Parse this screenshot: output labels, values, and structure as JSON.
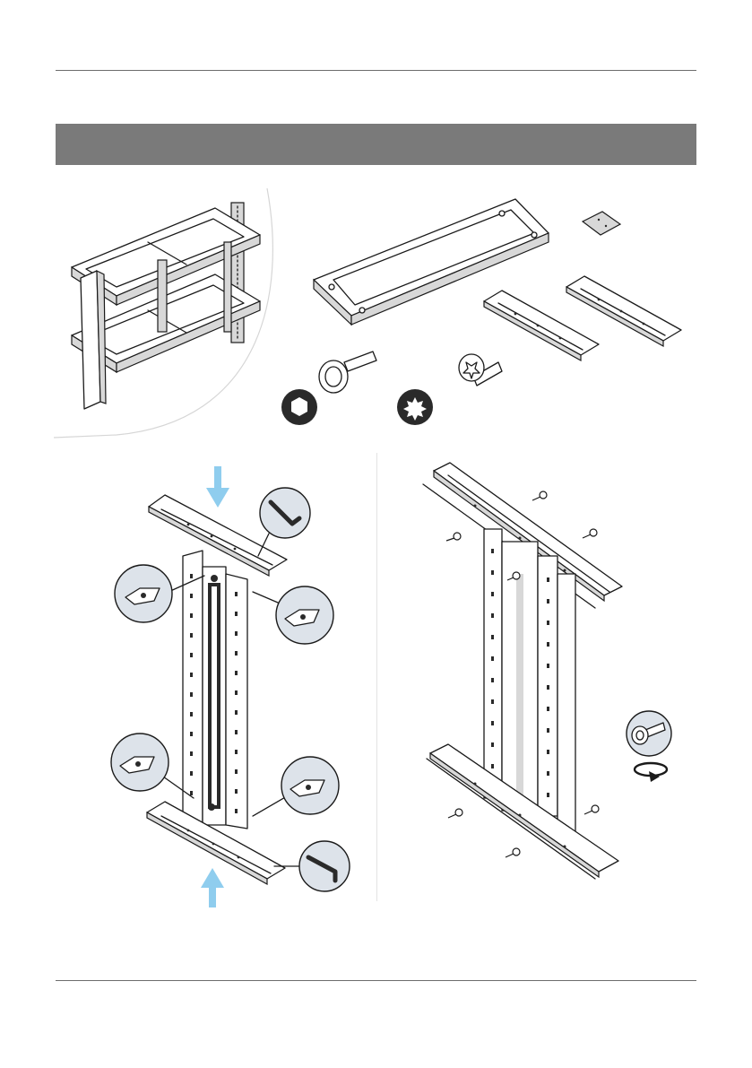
{
  "page": {
    "banner_title": "",
    "colors": {
      "rule": "#6d6d6d",
      "banner": "#7a7a7a",
      "callout_fill": "#dde3ea",
      "arrow": "#8fcdee"
    }
  },
  "figures": {
    "overview": {
      "icons": [
        "cabinet-frame-illustration",
        "frame-part",
        "cover-plate",
        "mounting-rail",
        "mounting-rail",
        "hex-bolt",
        "torx-screw"
      ]
    },
    "hardware": {
      "icons": [
        "hexagon-drive-icon",
        "torx-drive-icon"
      ]
    },
    "step_left": {
      "icons": [
        "down-arrow-icon",
        "up-arrow-icon",
        "hex-key-icon",
        "hex-key-icon",
        "clip-detail-callout",
        "clip-detail-callout",
        "clip-detail-callout",
        "clip-detail-callout"
      ]
    },
    "step_right": {
      "icons": [
        "bolt-detail-callout",
        "rotate-arrow-icon"
      ]
    }
  }
}
